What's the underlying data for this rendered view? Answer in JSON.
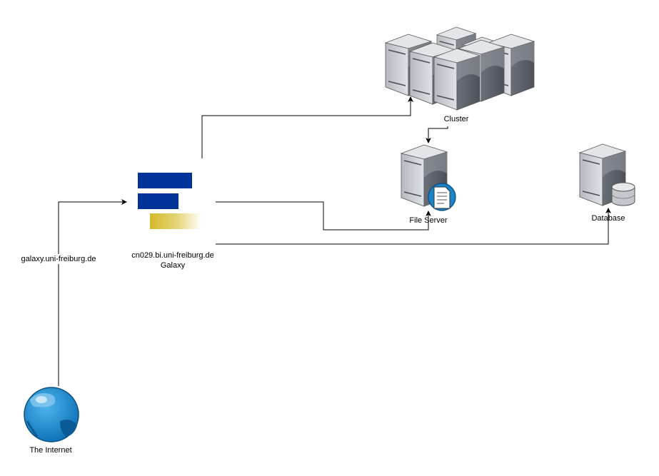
{
  "nodes": {
    "cluster": {
      "label": "Cluster",
      "icon": "server-cluster-icon"
    },
    "file_server": {
      "label": "File Server",
      "icon": "file-server-icon"
    },
    "database": {
      "label": "Database",
      "icon": "database-server-icon"
    },
    "galaxy": {
      "label_line1": "cn029.bi.uni-freiburg.de",
      "label_line2": "Galaxy",
      "icon": "galaxy-logo-icon"
    },
    "internet": {
      "label": "The Internet",
      "icon": "globe-icon"
    }
  },
  "edges": {
    "internet_to_galaxy": {
      "label": "galaxy.uni-freiburg.de"
    }
  },
  "colors": {
    "galaxy_blue": "#003399",
    "galaxy_gold": "#d4b82a",
    "server_light": "#c9ccd1",
    "server_dark": "#5c6168",
    "globe_blue": "#1a8ad4",
    "line": "#000000"
  }
}
